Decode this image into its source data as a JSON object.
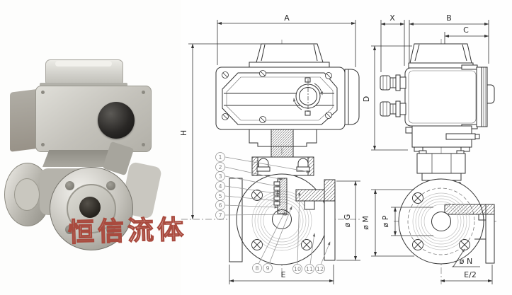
{
  "photo": {
    "watermark": "恒信流体",
    "watermark_color": "#a94a3e",
    "subject": "electric actuated 3-way flanged ball valve"
  },
  "drawing": {
    "line_color": "#333333",
    "dims": {
      "A": "A",
      "B": "B",
      "C": "C",
      "D": "D",
      "E": "E",
      "E_half": "E/2",
      "G": "ø G",
      "H": "H",
      "M": "ø M",
      "N": "ø N",
      "P": "ø P",
      "X": "X"
    },
    "callouts": [
      "1",
      "2",
      "3",
      "4",
      "5",
      "6",
      "7",
      "8",
      "9",
      "10",
      "11",
      "12"
    ]
  }
}
